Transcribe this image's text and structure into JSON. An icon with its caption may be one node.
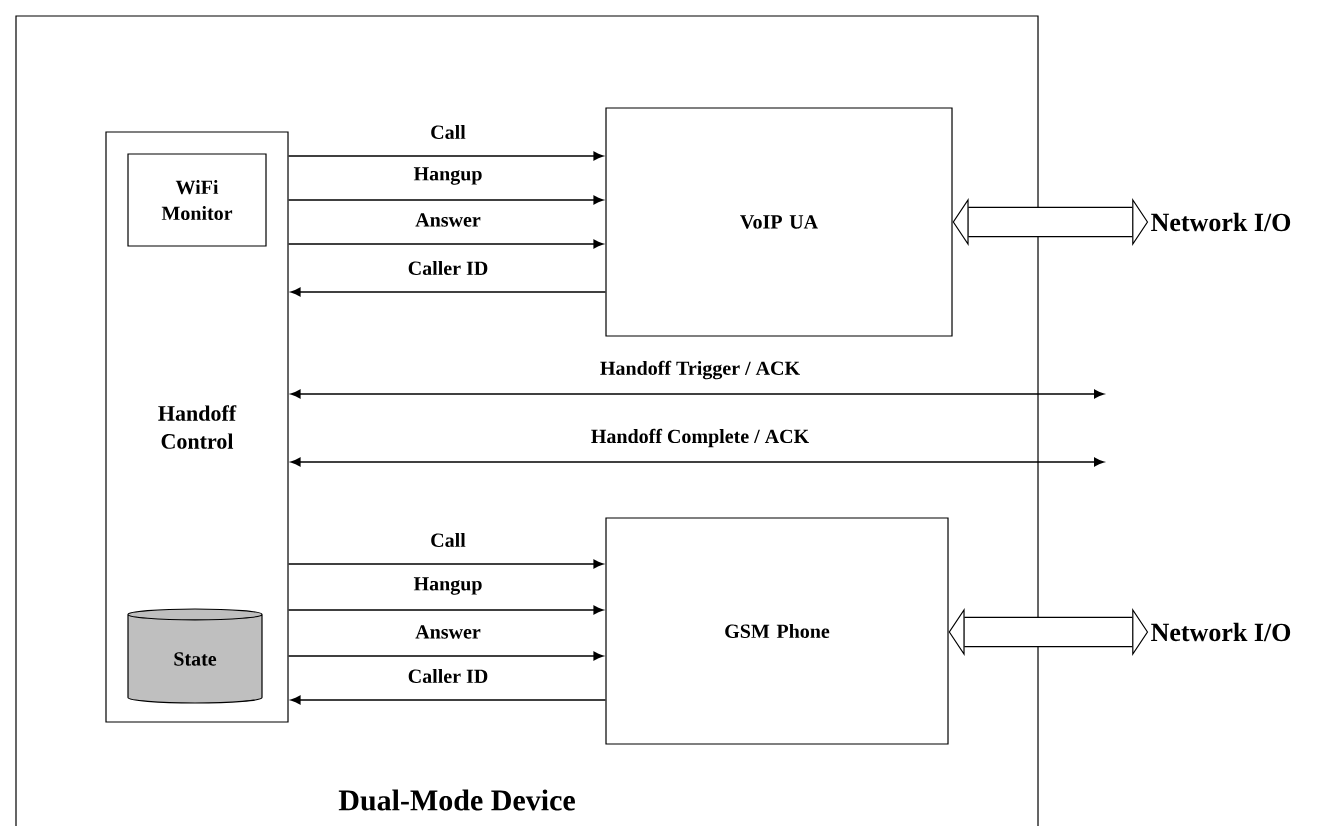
{
  "diagram": {
    "nodes": [
      {
        "text": [
          "Dual-Mode Device"
        ]
      },
      {
        "text": [
          "Handoff Control"
        ],
        "in": 0
      },
      {
        "text": [
          "WiFi Monitor"
        ],
        "in": 1
      },
      {
        "text": [
          "State"
        ],
        "in": 1
      },
      {
        "text": [
          "VoIP UA"
        ],
        "in": 0
      },
      {
        "text": [
          "GSM Phone"
        ],
        "in": 0
      },
      {
        "text": [
          "Network I/O"
        ]
      },
      {
        "text": [
          "Network I/O"
        ]
      }
    ],
    "edges": [
      {
        "from": 1,
        "to": 4,
        "arrow": "to",
        "label": "Call"
      },
      {
        "from": 1,
        "to": 4,
        "arrow": "to",
        "label": "Hangup"
      },
      {
        "from": 1,
        "to": 4,
        "arrow": "to",
        "label": "Answer"
      },
      {
        "from": 4,
        "to": 1,
        "arrow": "to",
        "label": "Caller ID"
      },
      {
        "from": 1,
        "to": null,
        "arrow": "both",
        "label": "Handoff Trigger / ACK"
      },
      {
        "from": 1,
        "to": null,
        "arrow": "both",
        "label": "Handoff Complete / ACK"
      },
      {
        "from": 1,
        "to": 5,
        "arrow": "to",
        "label": "Call"
      },
      {
        "from": 1,
        "to": 5,
        "arrow": "to",
        "label": "Hangup"
      },
      {
        "from": 1,
        "to": 5,
        "arrow": "to",
        "label": "Answer"
      },
      {
        "from": 5,
        "to": 1,
        "arrow": "to",
        "label": "Caller ID"
      },
      {
        "from": 4,
        "to": 6,
        "arrow": "both",
        "style": "thick"
      },
      {
        "from": 5,
        "to": 7,
        "arrow": "both",
        "style": "thick"
      }
    ]
  }
}
